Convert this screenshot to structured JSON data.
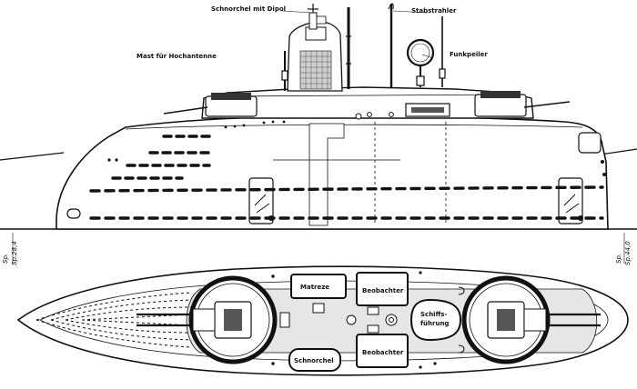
{
  "labels": {
    "schnorchel_mit_dipol": "Schnorchel mit Dipol",
    "stabstrahler": "Stabstrahler",
    "mast_fuer_hochantenne": "Mast für Hochantenne",
    "funkpeiler": "Funkpeiler",
    "matroze": "Matreze",
    "beobachter_top": "Beobachter",
    "beobachter_bottom": "Beobachter",
    "schiffsfuehrung_line1": "Schiffs-",
    "schiffsfuehrung_line2": "führung",
    "schnorchel_plan": "Schnorchel"
  },
  "frame_marks": {
    "left_a": "Sp.",
    "left_b": "Sp.28,4",
    "right_a": "Sp.",
    "right_b": "Sp.44,0"
  },
  "colors": {
    "ink": "#111111",
    "paper": "#ffffff"
  }
}
